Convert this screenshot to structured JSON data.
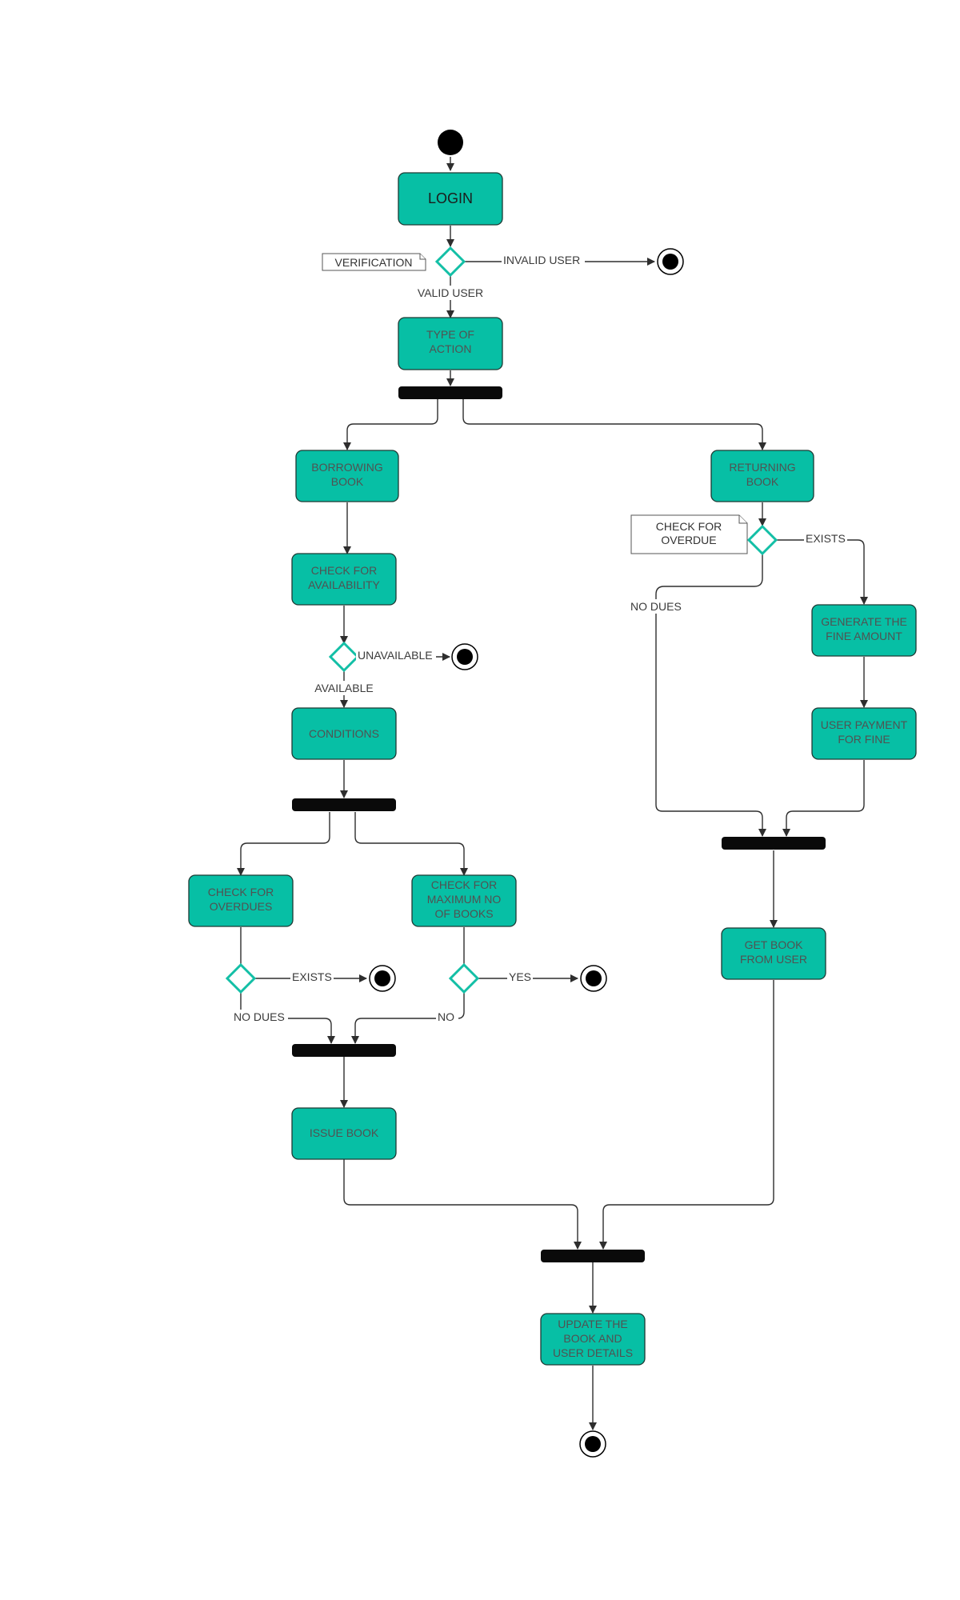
{
  "activities": {
    "login": "LOGIN",
    "type_of_action": [
      "TYPE OF",
      "ACTION"
    ],
    "borrowing_book": [
      "BORROWING",
      "BOOK"
    ],
    "returning_book": [
      "RETURNING",
      "BOOK"
    ],
    "check_availability": [
      "CHECK FOR",
      "AVAILABILITY"
    ],
    "conditions": "CONDITIONS",
    "check_overdues": [
      "CHECK FOR",
      "OVERDUES"
    ],
    "check_max_books": [
      "CHECK FOR",
      "MAXIMUM NO",
      "OF BOOKS"
    ],
    "issue_book": "ISSUE BOOK",
    "generate_fine": [
      "GENERATE THE",
      "FINE AMOUNT"
    ],
    "user_payment": [
      "USER PAYMENT",
      "FOR FINE"
    ],
    "get_book": [
      "GET BOOK",
      "FROM USER"
    ],
    "update_details": [
      "UPDATE THE",
      "BOOK AND",
      "USER DETAILS"
    ]
  },
  "notes": {
    "verification": "VERIFICATION",
    "check_overdue": [
      "CHECK FOR",
      "OVERDUE"
    ]
  },
  "guards": {
    "invalid_user": "INVALID USER",
    "valid_user": "VALID USER",
    "unavailable": "UNAVAILABLE",
    "available": "AVAILABLE",
    "exists_return": "EXISTS",
    "no_dues_return": "NO DUES",
    "exists_borrow": "EXISTS",
    "no_dues_borrow": "NO DUES",
    "yes": "YES",
    "no": "NO"
  },
  "colors": {
    "activity_fill": "#07bfa5",
    "decision_stroke": "#13bfa6",
    "bar_fill": "#0a0a0a"
  }
}
